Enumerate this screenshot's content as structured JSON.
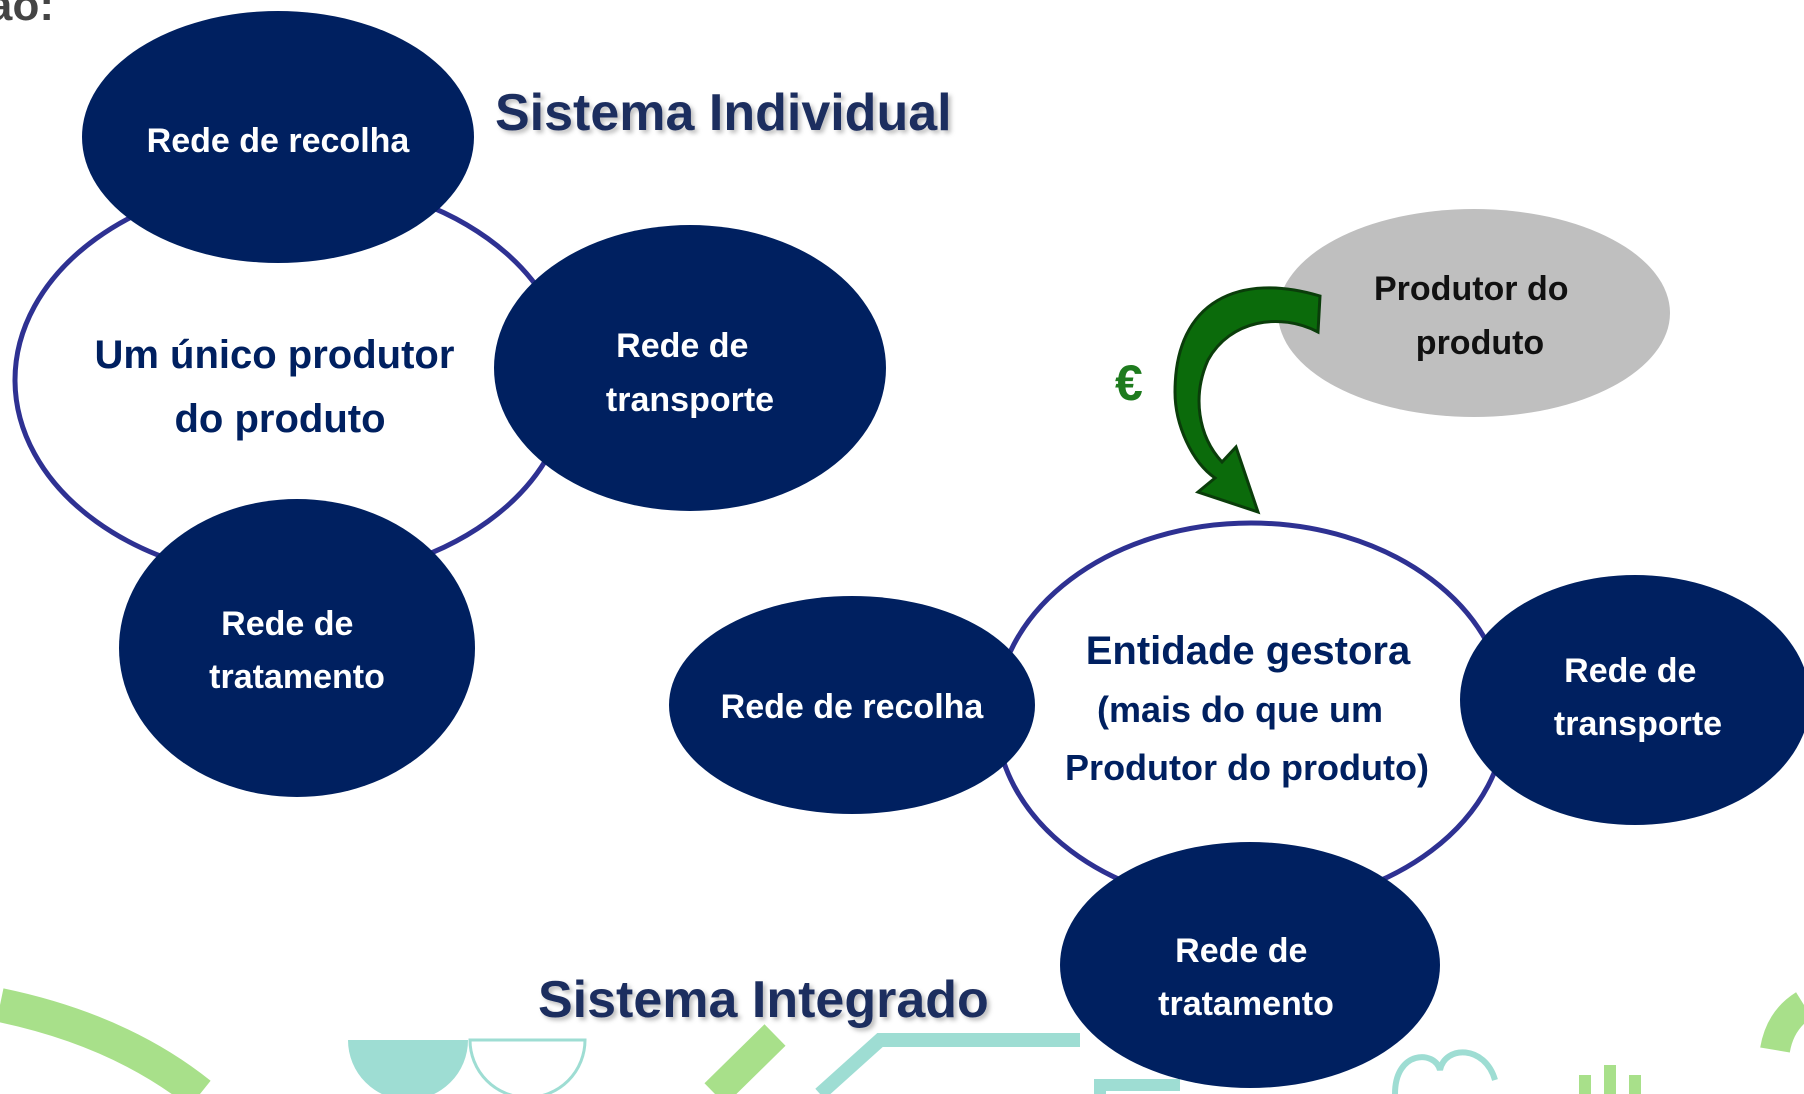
{
  "diagram": {
    "top_fragment": "ão:",
    "individual": {
      "heading": "Sistema Individual",
      "center": [
        "Um único produtor",
        "do produto"
      ],
      "collection": [
        "Rede de recolha"
      ],
      "transport": [
        "Rede de",
        "transporte"
      ],
      "treatment": [
        "Rede de",
        "tratamento"
      ]
    },
    "integrated": {
      "heading": "Sistema Integrado",
      "producer": [
        "Produtor do",
        "produto"
      ],
      "currency": "€",
      "center": [
        "Entidade gestora",
        "(mais do que um",
        "Produtor do produto)"
      ],
      "collection": [
        "Rede de recolha"
      ],
      "transport": [
        "Rede de",
        "transporte"
      ],
      "treatment": [
        "Rede de",
        "tratamento"
      ]
    },
    "colors": {
      "navy": "#002060",
      "ring": "#2E3192",
      "heading_text": "#1F2F5E",
      "producer_grey": "#BFBFBF",
      "arrow_green": "#0B6B0B",
      "accent_green": "#A8E08A",
      "accent_teal": "#9EDDD3"
    }
  }
}
